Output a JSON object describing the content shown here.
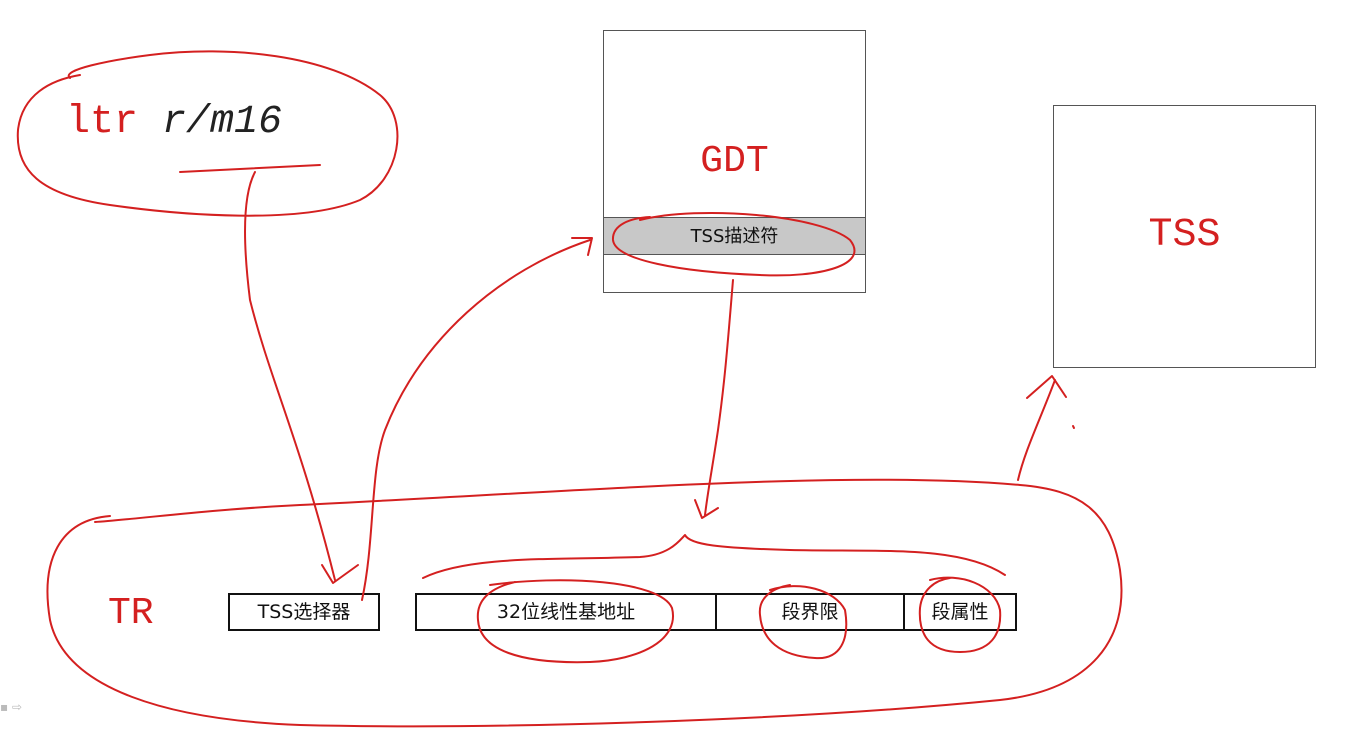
{
  "instruction": {
    "mnemonic": "ltr",
    "operand": "r/m16"
  },
  "gdt": {
    "label": "GDT",
    "entry": "TSS描述符"
  },
  "tss": {
    "label": "TSS"
  },
  "tr": {
    "label": "TR",
    "selector": "TSS选择器",
    "base": "32位线性基地址",
    "limit": "段界限",
    "attributes": "段属性"
  },
  "colors": {
    "annotation": "#d42020",
    "highlight": "#c8c8c8"
  }
}
